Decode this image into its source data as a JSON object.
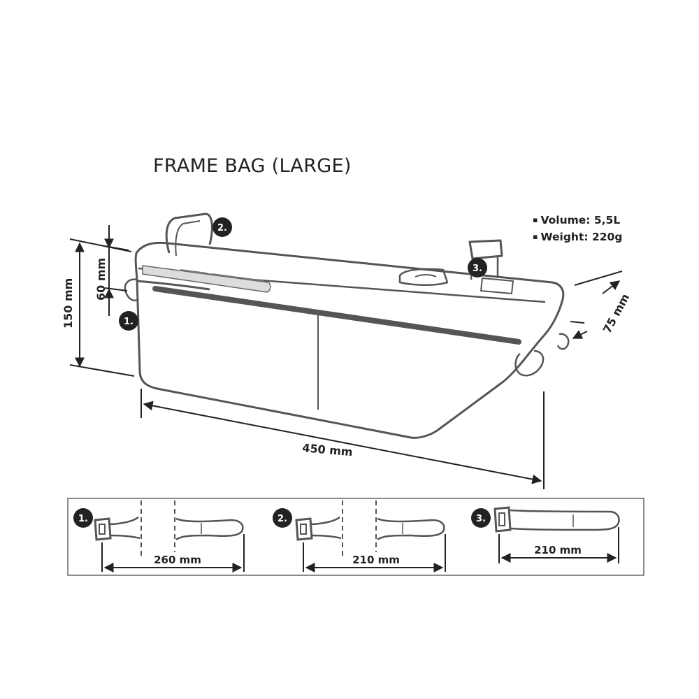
{
  "title": "FRAME BAG (LARGE)",
  "specs": {
    "volume": "Volume: 5,5L",
    "weight": "Weight: 220g"
  },
  "dimensions": {
    "height": "150 mm",
    "top_height": "60 mm",
    "length": "450 mm",
    "depth": "75 mm"
  },
  "markers": {
    "one": "1.",
    "two": "2.",
    "three": "3."
  },
  "straps": [
    {
      "marker": "1.",
      "length": "260 mm"
    },
    {
      "marker": "2.",
      "length": "210 mm"
    },
    {
      "marker": "3.",
      "length": "210 mm"
    }
  ]
}
